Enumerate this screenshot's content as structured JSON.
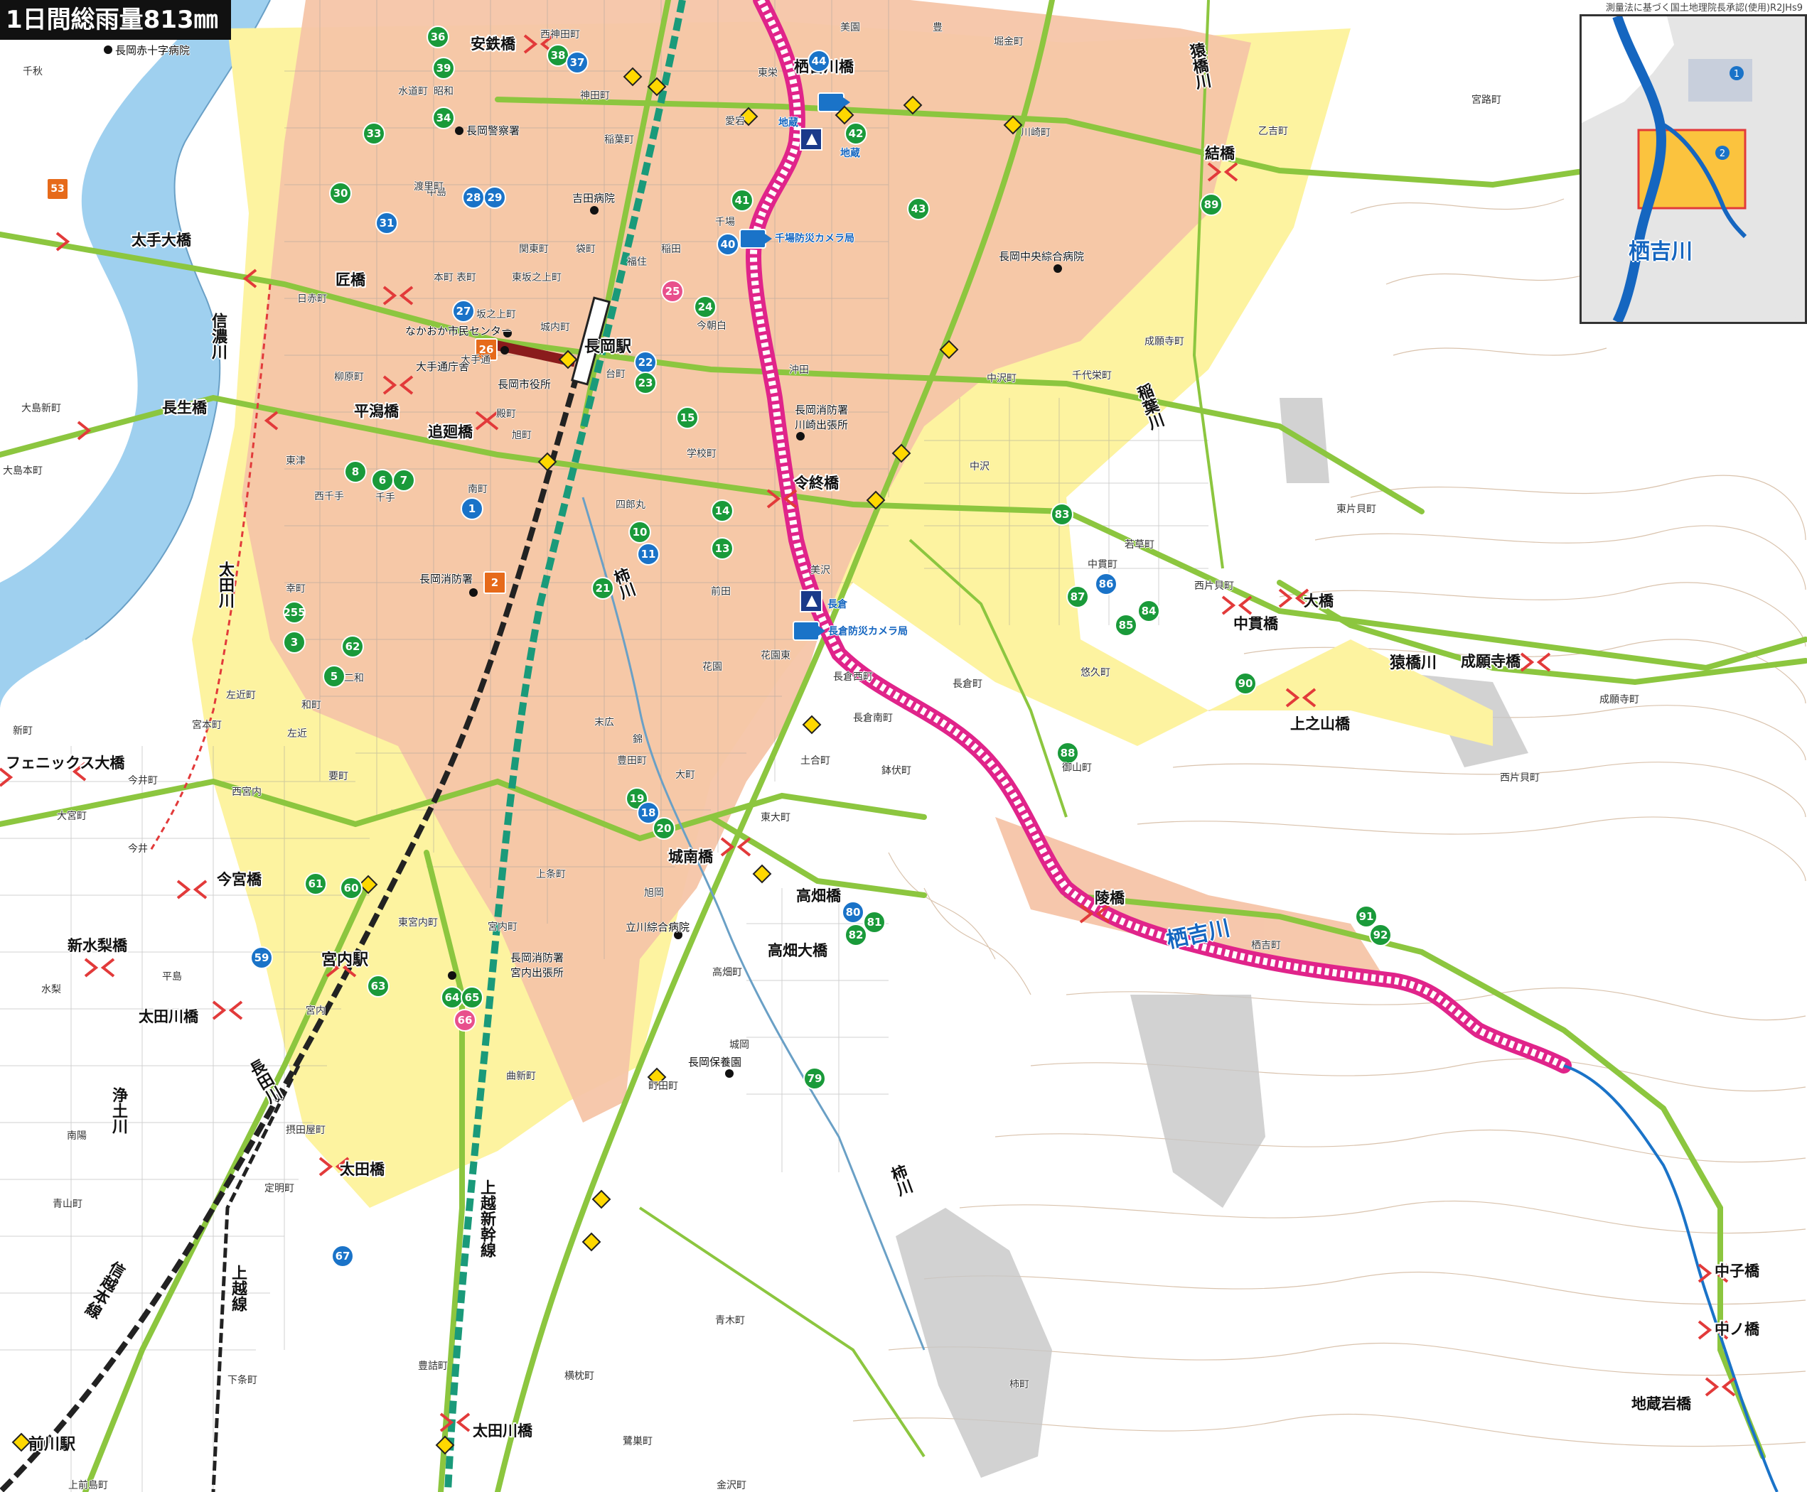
{
  "title": "1日間総雨量813㎜",
  "credit": "測量法に基づく国土地理院長承認(使用)R2JHs9",
  "inset": {
    "river_label": "栖吉川",
    "area_numbers": [
      "1",
      "2"
    ]
  },
  "colors": {
    "flood_shallow": "#fdf3a0",
    "flood_mid": "#f6c5a8",
    "river_water": "#9fd0ef",
    "river_highlight": "#e0248a",
    "road_green": "#8cc63f",
    "railway": "#222222",
    "shinkansen": "#1a9a7a"
  },
  "rivers": {
    "shinano": "信濃川",
    "sukigawa_main": "栖吉川",
    "kakigawa": "柿川",
    "kakigawa_south": "柿川",
    "sarubashi": "猿橋川",
    "sarubashi_east": "猿橋川",
    "inabagawa": "稲葉川",
    "ota": "太田川",
    "jodo": "浄土川",
    "nagata": "長田川"
  },
  "stations": {
    "nagaoka": "長岡駅",
    "miyauchi": "宮内駅",
    "maekawa": "前川駅"
  },
  "railways": {
    "joetsu_shinkansen": "上越新幹線",
    "joetsu_line": "上越線",
    "shinetsu_line": "信越本線"
  },
  "bridges": [
    {
      "id": "b1",
      "label": "太手大橋"
    },
    {
      "id": "b2",
      "label": "匠橋"
    },
    {
      "id": "b3",
      "label": "長生橋"
    },
    {
      "id": "b4",
      "label": "平潟橋"
    },
    {
      "id": "b5",
      "label": "追廻橋"
    },
    {
      "id": "b6",
      "label": "安鉄橋"
    },
    {
      "id": "b7",
      "label": "栖吉川橋"
    },
    {
      "id": "b8",
      "label": "結橋"
    },
    {
      "id": "b9",
      "label": "令終橋"
    },
    {
      "id": "b10",
      "label": "城南橋"
    },
    {
      "id": "b11",
      "label": "高畑橋"
    },
    {
      "id": "b12",
      "label": "高畑大橋"
    },
    {
      "id": "b13",
      "label": "陵橋"
    },
    {
      "id": "b14",
      "label": "今宮橋"
    },
    {
      "id": "b15",
      "label": "新水梨橋"
    },
    {
      "id": "b16",
      "label": "太田川橋"
    },
    {
      "id": "b17",
      "label": "太田橋"
    },
    {
      "id": "b18",
      "label": "太田川橋"
    },
    {
      "id": "b19",
      "label": "フェニックス大橋"
    },
    {
      "id": "b20",
      "label": "中貫橋"
    },
    {
      "id": "b21",
      "label": "大橋"
    },
    {
      "id": "b22",
      "label": "上之山橋"
    },
    {
      "id": "b23",
      "label": "成願寺橋"
    },
    {
      "id": "b24",
      "label": "中子橋"
    },
    {
      "id": "b25",
      "label": "中ノ橋"
    },
    {
      "id": "b26",
      "label": "地蔵岩橋"
    }
  ],
  "facilities": {
    "red_cross": "長岡赤十字病院",
    "police": "長岡警察署",
    "yoshida_hosp": "吉田病院",
    "nakaoka_center": "なかおか市民センター",
    "city_hall": "長岡市役所",
    "otedori_office": "大手通庁舎",
    "fire_kawasaki": "長岡消防署\n川崎出張所",
    "central_hosp": "長岡中央綜合病院",
    "fire_main": "長岡消防署",
    "tachikawa_hosp": "立川綜合病院",
    "fire_miyauchi": "長岡消防署\n宮内出張所",
    "nursery": "長岡保養園"
  },
  "cameras": {
    "senba": "千場防災カメラ局",
    "nagakura": "長倉防災カメラ局",
    "jizo_a": "地蔵",
    "jizo_b": "地蔵",
    "nagakura_stn": "長倉"
  },
  "areas": [
    "西神田町",
    "美園",
    "豊",
    "堀金町",
    "乙吉町",
    "宮路町",
    "神田町",
    "稲葉町",
    "愛宕",
    "東栄",
    "川崎町",
    "千場",
    "四郎丸",
    "福住",
    "稲田",
    "今朝白",
    "沖田",
    "学校町",
    "関東町",
    "袋町",
    "本町",
    "表町",
    "東坂之上町",
    "坂之上町",
    "城内町",
    "台町",
    "日赤町",
    "柳原町",
    "殿町",
    "旭町",
    "南町",
    "西千手",
    "千手",
    "幸町",
    "二和",
    "和町",
    "左近",
    "左近町",
    "西宮内",
    "今井町",
    "大宮町",
    "今井",
    "新町",
    "千秋",
    "水道町",
    "昭和",
    "中島",
    "大手通",
    "東片貝町",
    "西片貝町",
    "中貫町",
    "若草町",
    "悠久町",
    "御山町",
    "成願寺町",
    "千代栄町",
    "中沢町",
    "中沢",
    "成願寺町",
    "西片貝町",
    "美沢",
    "前田",
    "花園",
    "花園東",
    "長倉西町",
    "長倉町",
    "長倉南町",
    "土合町",
    "鉢伏町",
    "東大町",
    "豊田町",
    "大町",
    "末広",
    "錦",
    "上条町",
    "旭岡",
    "東宮内町",
    "宮内町",
    "宮内",
    "平島",
    "水梨",
    "摂田屋町",
    "曲新町",
    "町田町",
    "高畑町",
    "栖吉町",
    "定明町",
    "青山町",
    "南陽",
    "下条町",
    "豊詰町",
    "横枕町",
    "青木町",
    "柿町",
    "鷺巣町",
    "金沢町",
    "上前島町",
    "大島本町",
    "大島新町",
    "宮本町",
    "東津",
    "要町",
    "渡里町",
    "城岡"
  ],
  "markers": [
    {
      "n": "36",
      "c": "green"
    },
    {
      "n": "38",
      "c": "green"
    },
    {
      "n": "37",
      "c": "blue"
    },
    {
      "n": "39",
      "c": "green"
    },
    {
      "n": "34",
      "c": "green"
    },
    {
      "n": "33",
      "c": "green"
    },
    {
      "n": "30",
      "c": "green"
    },
    {
      "n": "31",
      "c": "blue"
    },
    {
      "n": "28",
      "c": "blue"
    },
    {
      "n": "29",
      "c": "blue"
    },
    {
      "n": "27",
      "c": "blue"
    },
    {
      "n": "26",
      "c": "orange"
    },
    {
      "n": "22",
      "c": "blue"
    },
    {
      "n": "23",
      "c": "green"
    },
    {
      "n": "25",
      "c": "pink"
    },
    {
      "n": "24",
      "c": "green"
    },
    {
      "n": "15",
      "c": "green"
    },
    {
      "n": "41",
      "c": "green"
    },
    {
      "n": "40",
      "c": "blue"
    },
    {
      "n": "42",
      "c": "green"
    },
    {
      "n": "43",
      "c": "green"
    },
    {
      "n": "44",
      "c": "blue"
    },
    {
      "n": "8",
      "c": "green"
    },
    {
      "n": "6",
      "c": "green"
    },
    {
      "n": "7",
      "c": "green"
    },
    {
      "n": "1",
      "c": "blue"
    },
    {
      "n": "14",
      "c": "green"
    },
    {
      "n": "13",
      "c": "green"
    },
    {
      "n": "10",
      "c": "green"
    },
    {
      "n": "11",
      "c": "blue"
    },
    {
      "n": "21",
      "c": "green"
    },
    {
      "n": "2",
      "c": "orange"
    },
    {
      "n": "255",
      "c": "green"
    },
    {
      "n": "3",
      "c": "green"
    },
    {
      "n": "62",
      "c": "green"
    },
    {
      "n": "5",
      "c": "green"
    },
    {
      "n": "19",
      "c": "green"
    },
    {
      "n": "18",
      "c": "blue"
    },
    {
      "n": "20",
      "c": "green"
    },
    {
      "n": "61",
      "c": "green"
    },
    {
      "n": "60",
      "c": "green"
    },
    {
      "n": "59",
      "c": "blue"
    },
    {
      "n": "63",
      "c": "green"
    },
    {
      "n": "64",
      "c": "green"
    },
    {
      "n": "65",
      "c": "green"
    },
    {
      "n": "66",
      "c": "pink"
    },
    {
      "n": "67",
      "c": "blue"
    },
    {
      "n": "79",
      "c": "green"
    },
    {
      "n": "80",
      "c": "blue"
    },
    {
      "n": "81",
      "c": "green"
    },
    {
      "n": "82",
      "c": "green"
    },
    {
      "n": "83",
      "c": "green"
    },
    {
      "n": "87",
      "c": "green"
    },
    {
      "n": "86",
      "c": "blue"
    },
    {
      "n": "84",
      "c": "green"
    },
    {
      "n": "85",
      "c": "green"
    },
    {
      "n": "88",
      "c": "green"
    },
    {
      "n": "89",
      "c": "green"
    },
    {
      "n": "90",
      "c": "green"
    },
    {
      "n": "91",
      "c": "green"
    },
    {
      "n": "92",
      "c": "green"
    }
  ],
  "route_shield": "53"
}
